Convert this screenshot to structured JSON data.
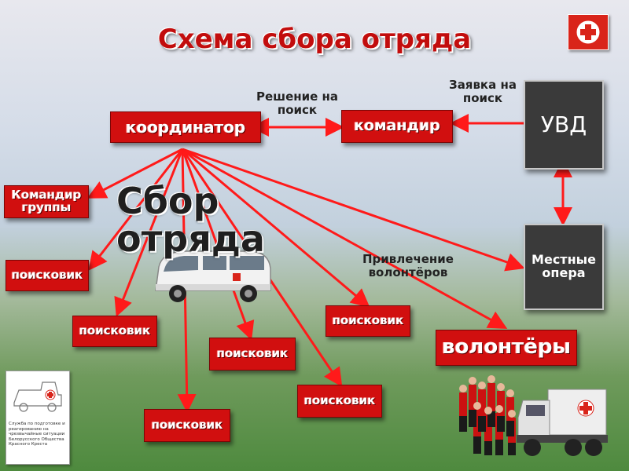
{
  "title": "Схема сбора отряда",
  "nodes": {
    "coordinator": "координатор",
    "commander": "командир",
    "uvd": "УВД",
    "local_operas": "Местные опера",
    "group_commander": "Командир группы",
    "searcher_1": "поисковик",
    "searcher_2": "поисковик",
    "searcher_3": "поисковик",
    "searcher_4": "поисковик",
    "searcher_5": "поисковик",
    "searcher_6": "поисковик",
    "volunteers": "волонтёры"
  },
  "labels": {
    "decision": "Решение на поиск",
    "request": "Заявка на поиск",
    "volunteer_attraction": "Привлечение волонтёров",
    "gathering": "Сбор отряда"
  },
  "logo_caption": "Служба по подготовке и реагированию на чрезвычайные ситуации Белорусского Общества Красного Креста",
  "colors": {
    "box_red": "#d10f0f",
    "box_dark": "#3a3a3a",
    "arrow": "#ff1a1a",
    "title": "#c20d0d"
  }
}
